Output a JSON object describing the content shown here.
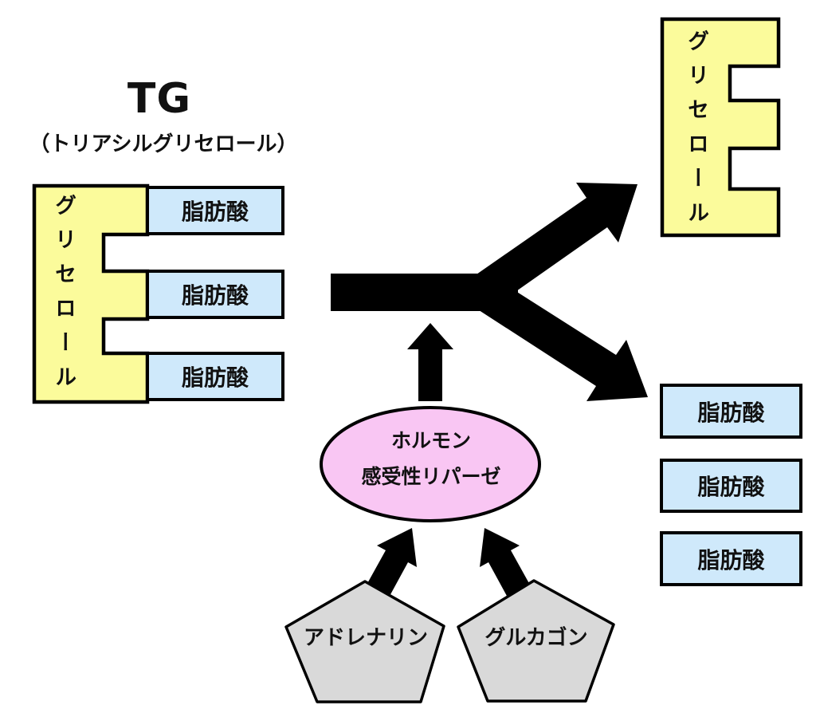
{
  "diagram_title": {
    "main": "TG",
    "sub": "（トリアシルグリセロール）"
  },
  "substrate": {
    "glycerol": "グリセロール",
    "fatty_acids": [
      "脂肪酸",
      "脂肪酸",
      "脂肪酸"
    ]
  },
  "products": {
    "glycerol": "グリセロール",
    "fatty_acids": [
      "脂肪酸",
      "脂肪酸",
      "脂肪酸"
    ]
  },
  "enzyme": {
    "line1": "ホルモン",
    "line2": "感受性リパーゼ"
  },
  "hormones": {
    "adrenaline": "アドレナリン",
    "glucagon": "グルカゴン"
  },
  "colors": {
    "glycerol_fill": "#FBFB9B",
    "fatty_acid_fill": "#CFE9FB",
    "enzyme_fill": "#F9C6F3",
    "hormone_fill": "#D9D9D9",
    "arrow_fill": "#000000",
    "outline": "#000000"
  }
}
